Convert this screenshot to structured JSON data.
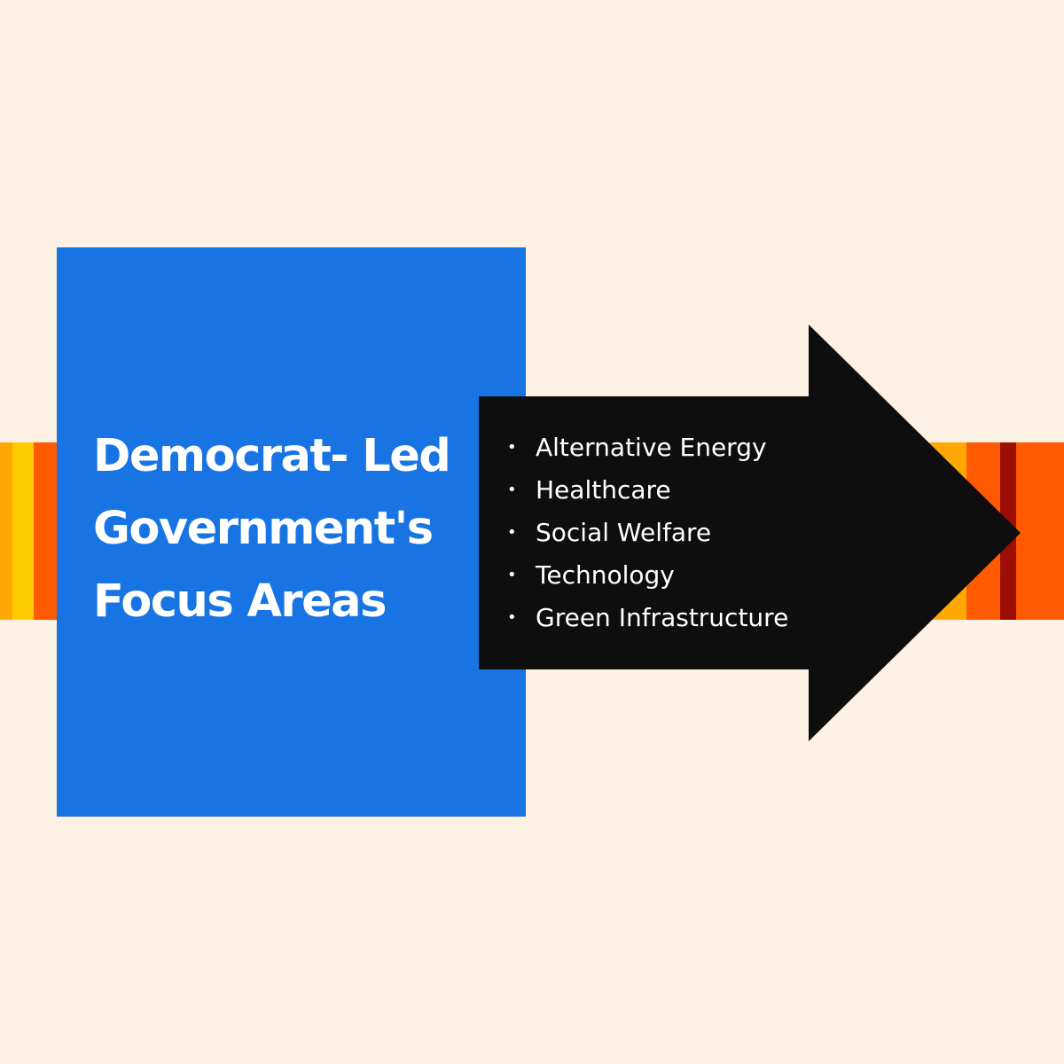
{
  "colors": {
    "background": "#fdf1e3",
    "title_box": "#1874e3",
    "arrow": "#0e0e0e",
    "text": "#ffffff",
    "stripe_gold": "#ffa705",
    "stripe_yellow": "#ffcc00",
    "stripe_orange": "#ff5a00",
    "stripe_dark_red": "#9b0d05"
  },
  "title": {
    "lines": [
      "Democrat- Led",
      "Government's",
      "Focus Areas"
    ]
  },
  "focus_areas": {
    "bullet": "•",
    "items": [
      "Alternative Energy",
      "Healthcare",
      "Social Welfare",
      "Technology",
      "Green Infrastructure"
    ]
  }
}
